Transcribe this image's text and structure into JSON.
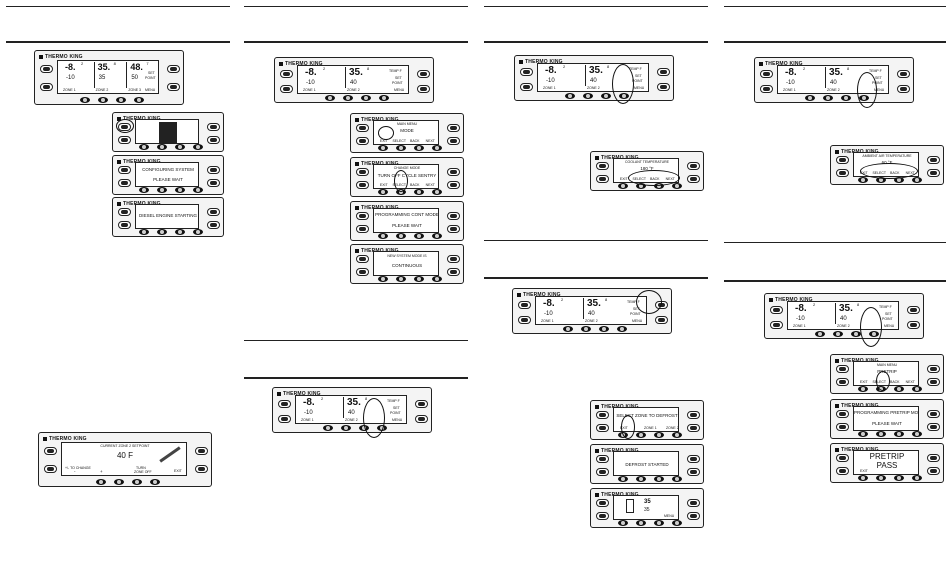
{
  "brand": "THERMO KING",
  "main_zones": [
    {
      "setpoint": "-8.",
      "decimal": "2",
      "temp": "-10",
      "label": "ZONE 1"
    },
    {
      "setpoint": "35.",
      "decimal": "8",
      "temp": "40",
      "label": "ZONE 2"
    }
  ],
  "three_zones": [
    {
      "setpoint": "-8.",
      "decimal": "2",
      "temp": "-10",
      "label": "ZONE 1"
    },
    {
      "setpoint": "35.",
      "decimal": "8",
      "temp": "35",
      "label": "ZONE 2"
    },
    {
      "setpoint": "48.",
      "decimal": "7",
      "temp": "50",
      "label": "ZONE 3"
    }
  ],
  "labels": {
    "temp_f": "TEMP F",
    "set": "SET",
    "point": "POINT",
    "menu": "MENU"
  },
  "screens": {
    "configuring": [
      "CONFIGURING SYSTEM",
      "PLEASE WAIT"
    ],
    "diesel": "DIESEL ENGINE STARTING",
    "setpoint_title": "CURRENT ZONE 2 SETPOINT",
    "setpoint_value": "40 F",
    "setpoint_hint": "+/- TO CHANGE",
    "minus": "-",
    "plus": "+",
    "turn_zone_off": [
      "TURN",
      "ZONE OFF"
    ],
    "exit": "EXIT",
    "mode_title": "MAIN MENU",
    "mode": "MODE",
    "cycle_sentry_title": "CHANGE MODE",
    "cycle_sentry": "TURN OFF CYCLE SENTRY",
    "exit_select_next": [
      "EXIT",
      "SELECT",
      "BACK",
      "NEXT"
    ],
    "programming_cont": [
      "PROGRAMMING CONT MODE",
      "PLEASE WAIT"
    ],
    "new_mode_title": "NEW SYSTEM MODE IS",
    "continuous": "CONTINUOUS",
    "coolant_title": "COOLANT TEMPERATURE",
    "coolant_value": "180 °F",
    "ambient_title": "AMBIENT AIR TEMPERATURE",
    "ambient_value": "60 °F",
    "select_zone_defrost": "SELECT ZONE TO DEFROST",
    "zone1": "ZONE 1",
    "zone2": "ZONE 2",
    "defrost_started": "DEFROST STARTED",
    "dfrost_temp": "35",
    "dfrost_sub": "35",
    "pretrip_title": "MAIN MENU",
    "pretrip": "PRETRIP",
    "programming_pretrip": [
      "PROGRAMMING PRETRIP MODE",
      "PLEASE WAIT"
    ],
    "pretrip_pass": [
      "PRETRIP",
      "PASS"
    ]
  }
}
